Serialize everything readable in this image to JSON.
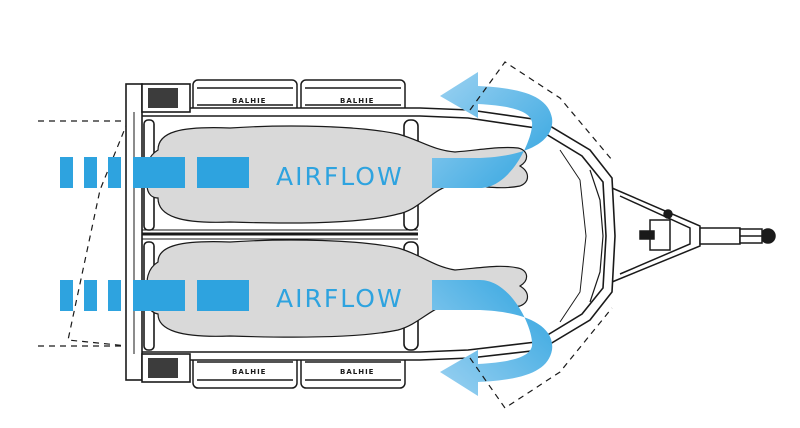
{
  "diagram": {
    "labels": {
      "airflow_top": "AIRFLOW",
      "airflow_bottom": "AIRFLOW"
    },
    "fender_brand": "BALHIE",
    "colors": {
      "airflow_blue": "#2ea3df",
      "airflow_light": "#9fd3f2",
      "horse_fill": "#d9d9d9",
      "outline": "#1a1a1a"
    }
  }
}
